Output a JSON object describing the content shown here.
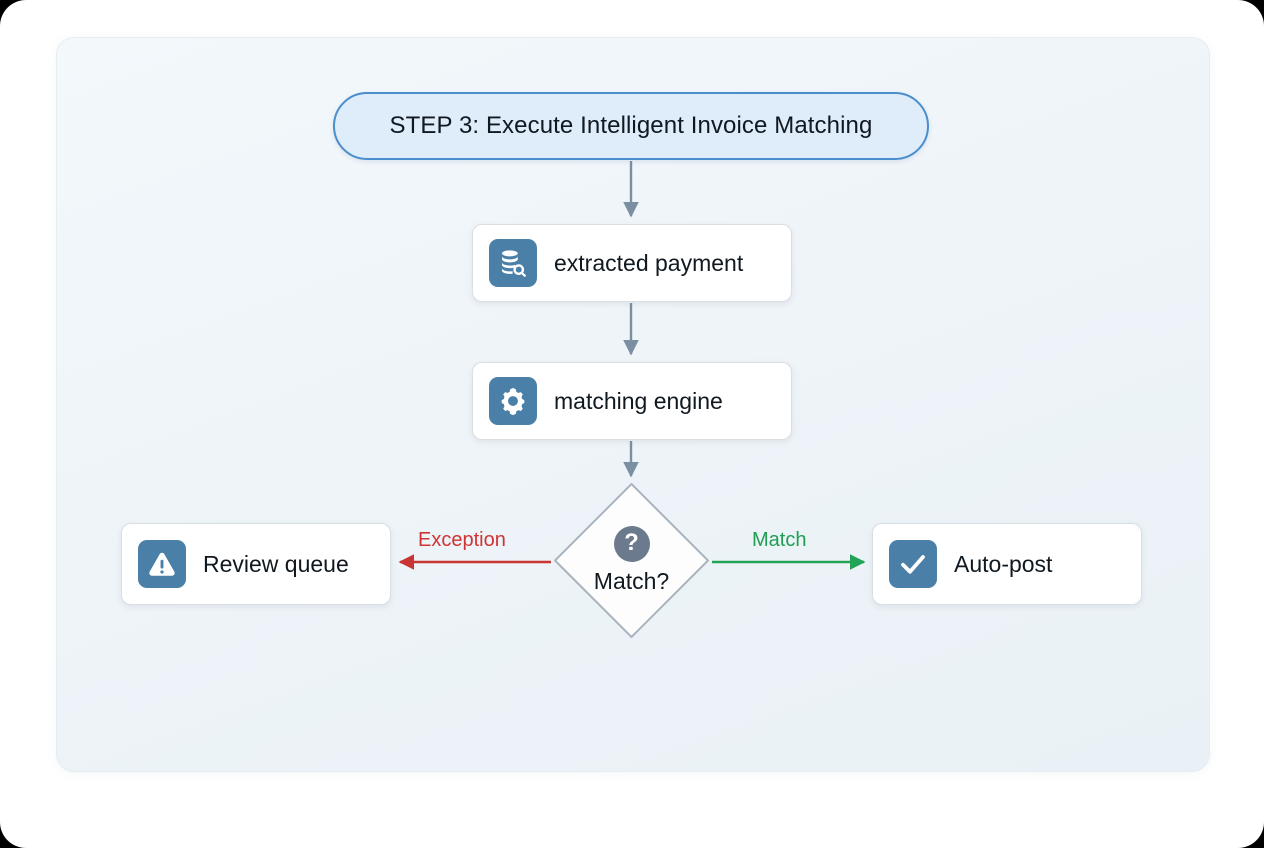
{
  "diagram": {
    "type": "flowchart",
    "title_node": {
      "id": "step-3",
      "label": "STEP 3: Execute Intelligent Invoice Matching",
      "shape": "rounded-pill",
      "fill": "#dfecfa",
      "border": "#4a8ecd"
    },
    "nodes": [
      {
        "id": "extracted-payment",
        "label": "extracted payment",
        "icon": "database-search-icon",
        "shape": "card",
        "icon_chip_color": "#4a7fa8"
      },
      {
        "id": "matching-engine",
        "label": "matching engine",
        "icon": "gear-icon",
        "shape": "card",
        "icon_chip_color": "#4a7fa8"
      },
      {
        "id": "match-decision",
        "label": "Match?",
        "icon": "question-mark-icon",
        "shape": "diamond",
        "badge_color": "#6b7a8c"
      },
      {
        "id": "review-queue",
        "label": "Review queue",
        "icon": "warning-triangle-icon",
        "shape": "card",
        "icon_chip_color": "#4a7fa8"
      },
      {
        "id": "auto-post",
        "label": "Auto-post",
        "icon": "check-icon",
        "shape": "card",
        "icon_chip_color": "#4a7fa8"
      }
    ],
    "edges": [
      {
        "id": "e1",
        "from": "step-3",
        "to": "extracted-payment",
        "label": "",
        "color": "#7b8fa3",
        "direction": "down"
      },
      {
        "id": "e2",
        "from": "extracted-payment",
        "to": "matching-engine",
        "label": "",
        "color": "#7b8fa3",
        "direction": "down"
      },
      {
        "id": "e3",
        "from": "matching-engine",
        "to": "match-decision",
        "label": "",
        "color": "#7b8fa3",
        "direction": "down"
      },
      {
        "id": "e4",
        "from": "match-decision",
        "to": "review-queue",
        "label": "Exception",
        "color": "#d03434",
        "direction": "left"
      },
      {
        "id": "e5",
        "from": "match-decision",
        "to": "auto-post",
        "label": "Match",
        "color": "#1f9e52",
        "direction": "right"
      }
    ],
    "colors": {
      "panel_background": "#eef4f8",
      "page_background": "#ffffff",
      "node_card_fill": "#ffffff",
      "node_card_border": "#dadfe4",
      "connector": "#7b8fa3",
      "exception": "#d03434",
      "match": "#1f9e52",
      "icon_chip": "#4a7fa8",
      "text": "#101820"
    }
  }
}
